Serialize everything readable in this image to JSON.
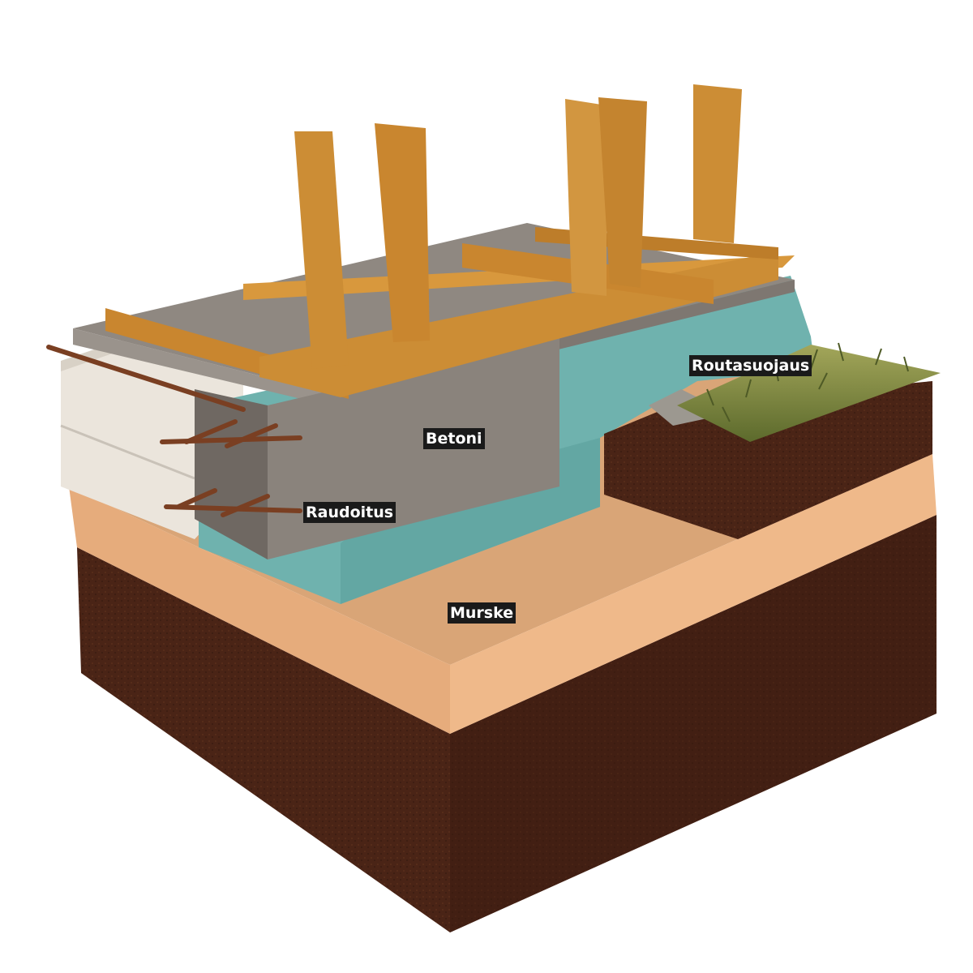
{
  "labels": {
    "betoni": "Betoni",
    "raudoitus": "Raudoitus",
    "murske": "Murske",
    "routasuojaus": "Routasuojaus"
  },
  "colors": {
    "soil": "#4a2416",
    "soil_dark": "#3a1b10",
    "gravel": "#e6ac7c",
    "gravel_top": "#d9a577",
    "insulation": "#6fb2ae",
    "concrete": "#8f8881",
    "wood": "#cc8d35",
    "rebar": "#7a3f22",
    "grass": "#6f7a3a",
    "label_bg": "#1a1a1a"
  }
}
